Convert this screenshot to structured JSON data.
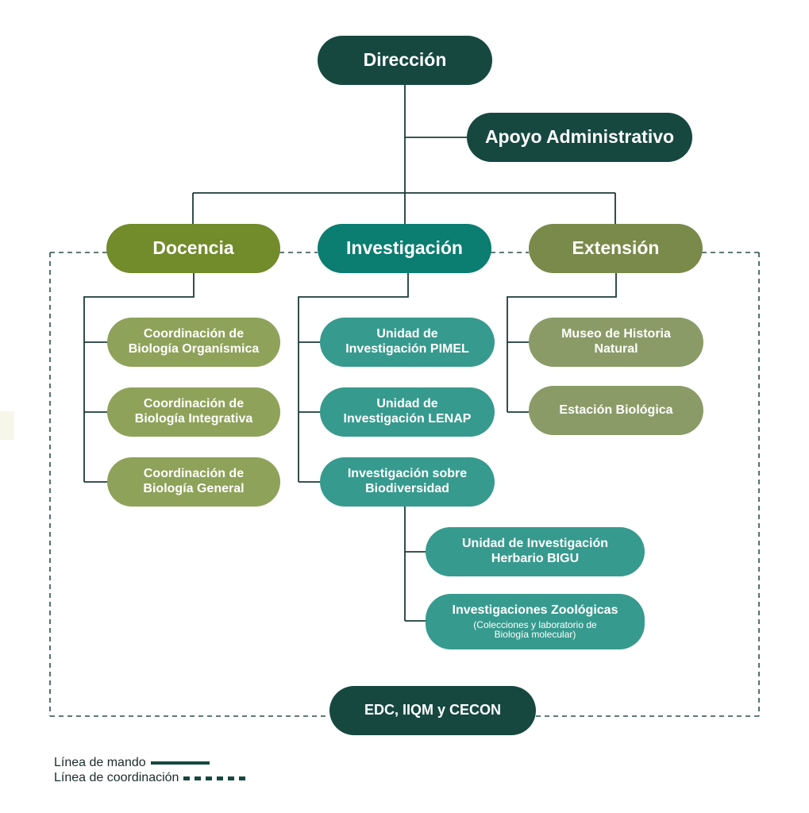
{
  "colors": {
    "dark": "#164840",
    "olive_dark": "#728b2b",
    "olive_mid": "#8a9b57",
    "olive_light": "#8ea25a",
    "teal_dark": "#0b7d71",
    "teal_light": "#379a8e",
    "line": "#1d3b37"
  },
  "top": {
    "direccion": "Dirección",
    "apoyo": "Apoyo Administrativo"
  },
  "branches": {
    "docencia": "Docencia",
    "investigacion": "Investigación",
    "extension": "Extensión"
  },
  "docencia_items": [
    {
      "line1": "Coordinación de",
      "line2": "Biología Organísmica"
    },
    {
      "line1": "Coordinación de",
      "line2": "Biología Integrativa"
    },
    {
      "line1": "Coordinación de",
      "line2": "Biología General"
    }
  ],
  "investigacion_items": [
    {
      "line1": "Unidad de",
      "line2": "Investigación PIMEL"
    },
    {
      "line1": "Unidad de",
      "line2": "Investigación LENAP"
    },
    {
      "line1": "Investigación sobre",
      "line2": "Biodiversidad"
    }
  ],
  "biodiversidad_items": [
    {
      "line1": "Unidad de Investigación",
      "line2": "Herbario BIGU"
    },
    {
      "line1": "Investigaciones Zoológicas",
      "sub1": "(Colecciones y laboratorio de",
      "sub2": "Biología molecular)"
    }
  ],
  "extension_items": [
    {
      "line1": "Museo de Historia",
      "line2": "Natural"
    },
    {
      "line1": "Estación Biológica"
    }
  ],
  "bottom": {
    "label": "EDC, IIQM y CECON"
  },
  "legend": {
    "mando": "Línea de mando",
    "coordinacion": "Línea de coordinación"
  }
}
